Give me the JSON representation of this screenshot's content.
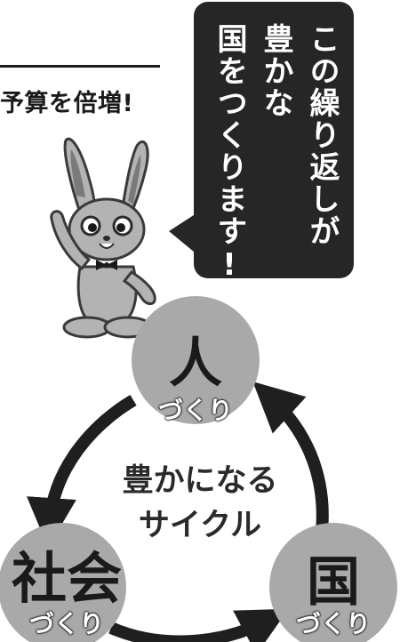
{
  "header": {
    "text": "予算を倍増!"
  },
  "speech_bubble": {
    "lines": [
      "この繰り返しが",
      "豊かな",
      "国をつくります!"
    ]
  },
  "mascot": {
    "icon": "rabbit-mascot-icon"
  },
  "cycle": {
    "center_lines": [
      "豊かになる",
      "サイクル"
    ],
    "nodes": [
      {
        "main": "人",
        "sub": "づくり"
      },
      {
        "main": "国",
        "sub": "づくり"
      },
      {
        "main": "社会",
        "sub": "づくり"
      }
    ]
  },
  "colors": {
    "bubble": "#262626",
    "circle": "#a9a9a9",
    "arrow": "#1f1f1f",
    "text": "#1a1a1a"
  }
}
